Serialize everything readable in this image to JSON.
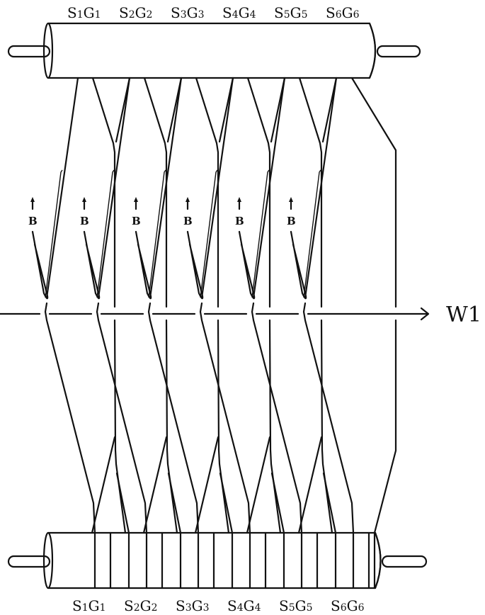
{
  "diagram": {
    "type": "yarn-guide-schematic",
    "top_roller_labels": [
      {
        "s": "S",
        "si": "1",
        "g": "G",
        "gi": "1"
      },
      {
        "s": "S",
        "si": "2",
        "g": "G",
        "gi": "2"
      },
      {
        "s": "S",
        "si": "3",
        "g": "G",
        "gi": "3"
      },
      {
        "s": "S",
        "si": "4",
        "g": "G",
        "gi": "4"
      },
      {
        "s": "S",
        "si": "5",
        "g": "G",
        "gi": "5"
      },
      {
        "s": "S",
        "si": "6",
        "g": "G",
        "gi": "6"
      }
    ],
    "bottom_roller_labels": [
      {
        "s": "S",
        "si": "1",
        "g": "G",
        "gi": "1"
      },
      {
        "s": "S",
        "si": "2",
        "g": "G",
        "gi": "2"
      },
      {
        "s": "S",
        "si": "3",
        "g": "G",
        "gi": "3"
      },
      {
        "s": "S",
        "si": "4",
        "g": "G",
        "gi": "4"
      },
      {
        "s": "S",
        "si": "5",
        "g": "G",
        "gi": "5"
      },
      {
        "s": "S",
        "si": "6",
        "g": "G",
        "gi": "6"
      }
    ],
    "b_markers": [
      "B",
      "B",
      "B",
      "B",
      "B",
      "B"
    ],
    "arrow_label": "W1",
    "line_color": "#111111",
    "background": "#ffffff"
  }
}
